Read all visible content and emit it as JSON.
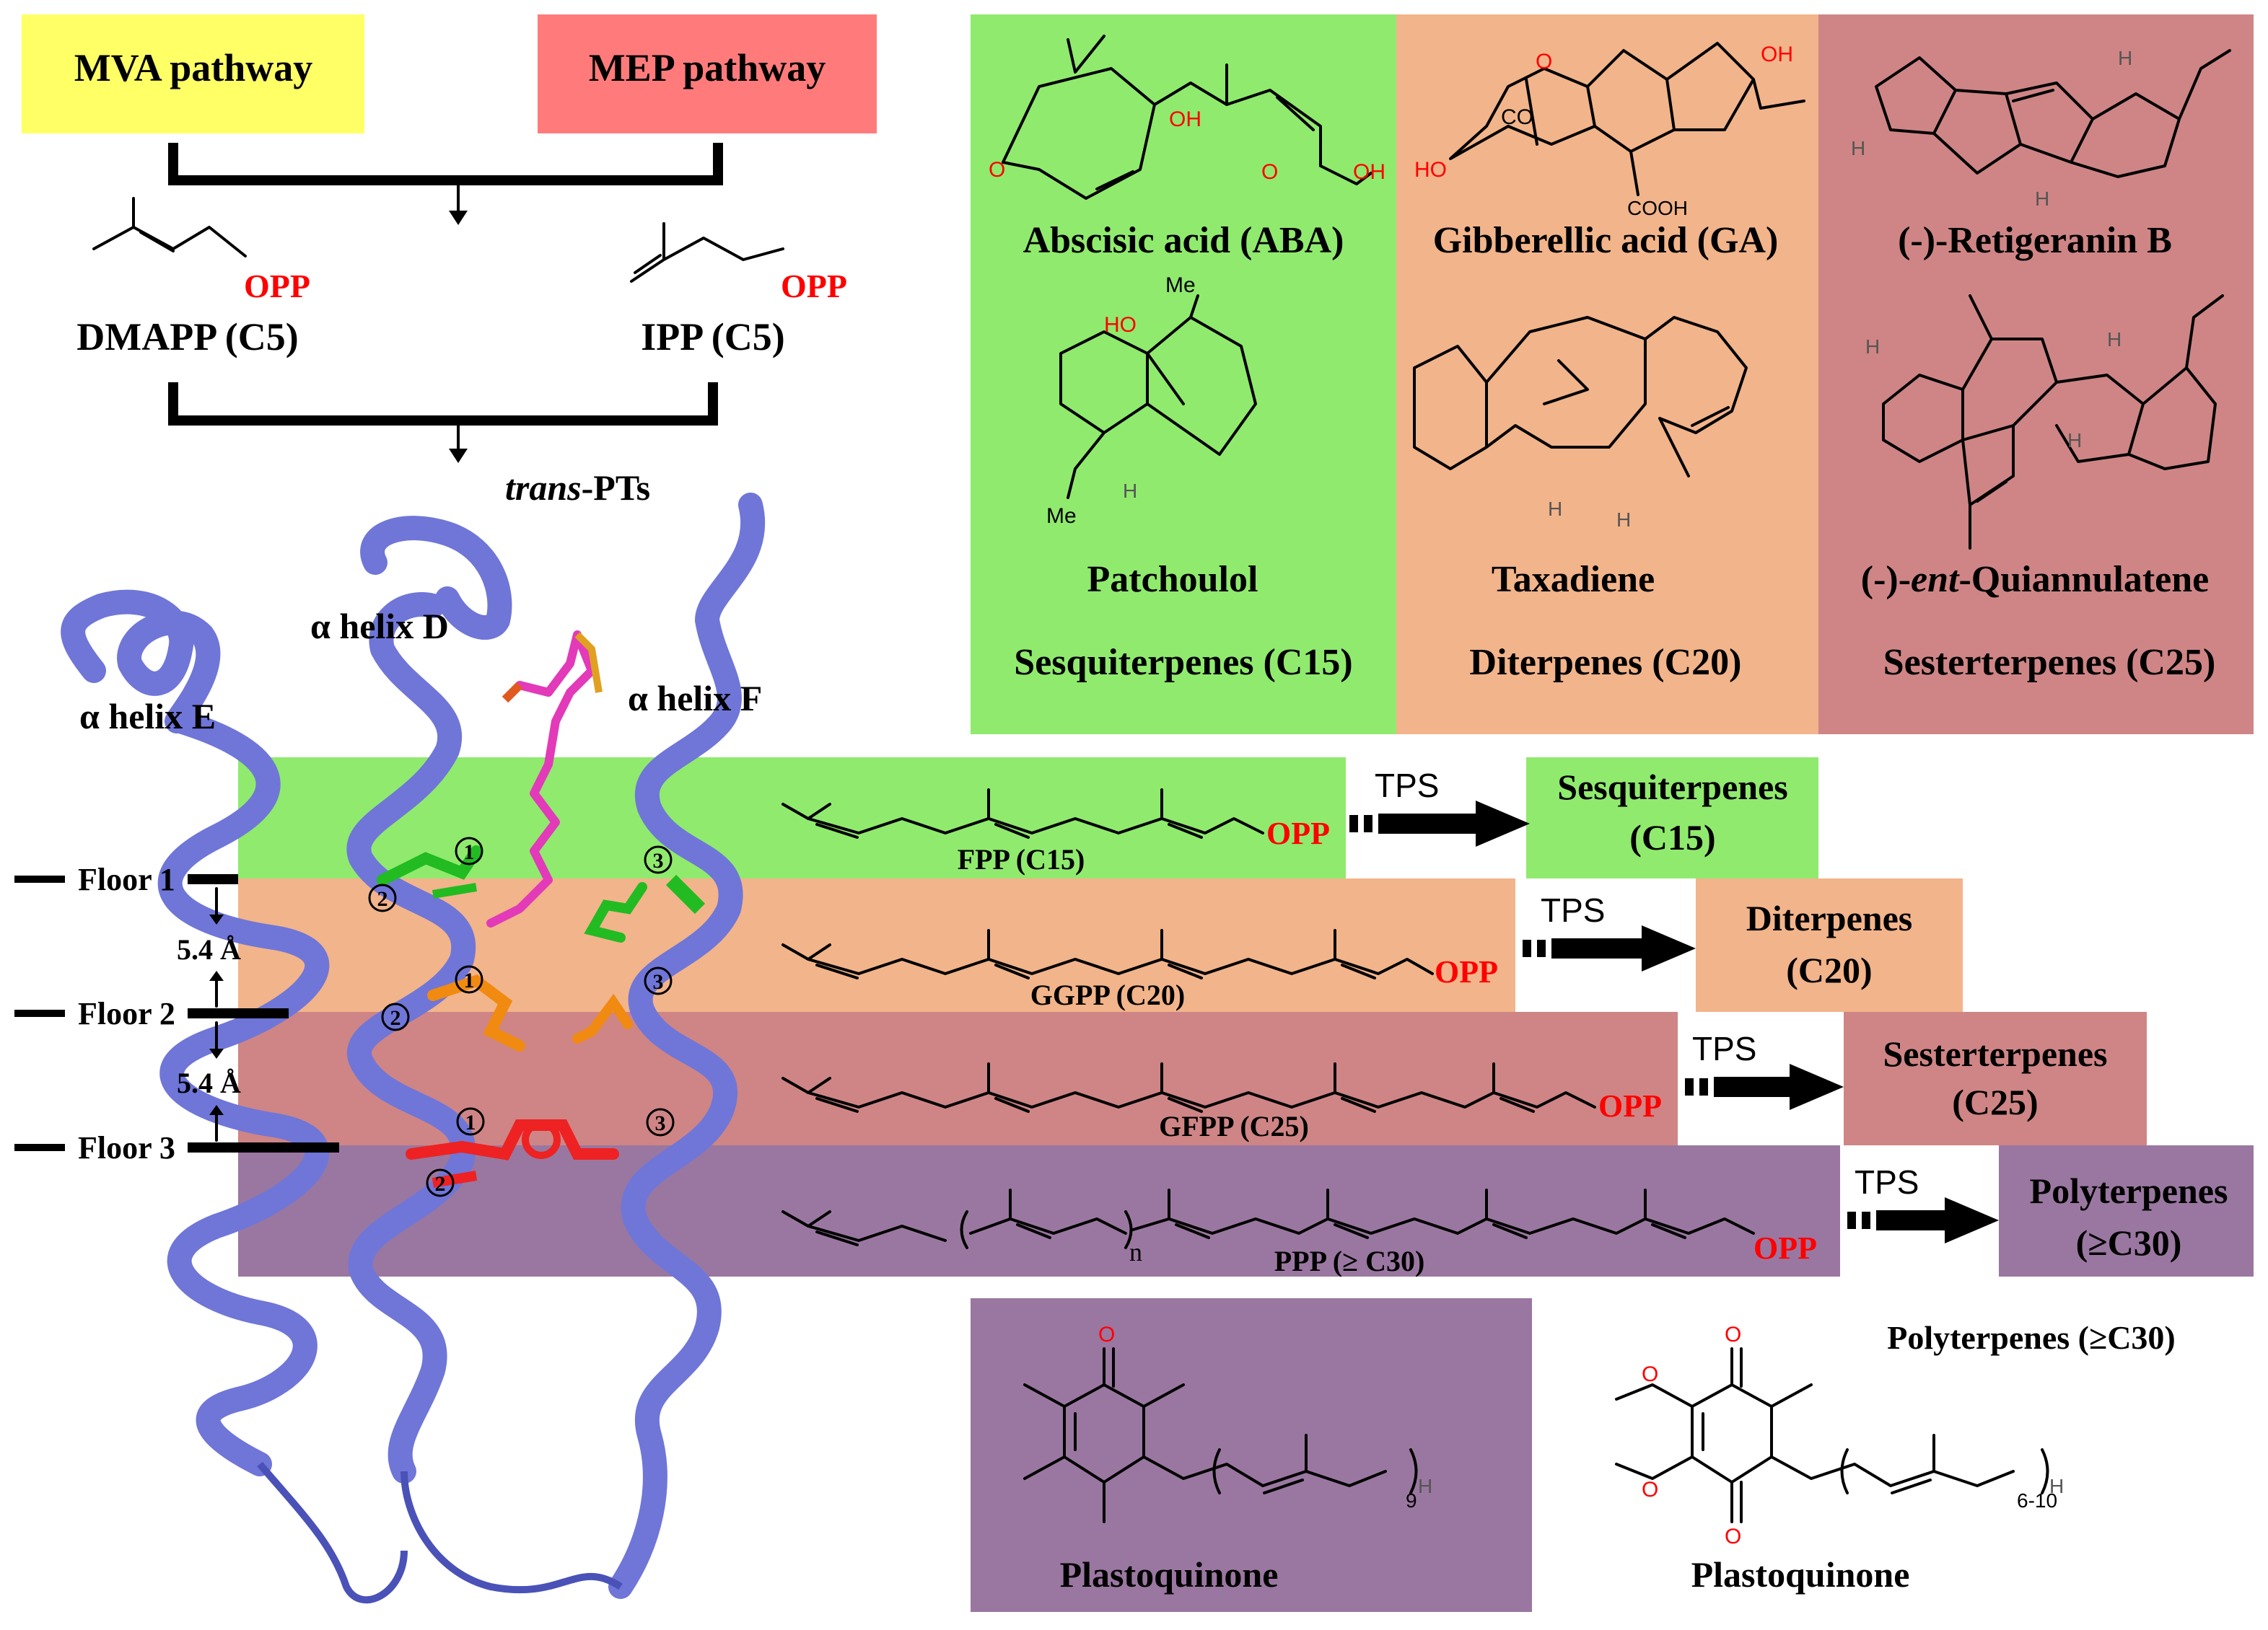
{
  "pathways": {
    "mva": "MVA pathway",
    "mep": "MEP pathway"
  },
  "precursors": {
    "dmapp": "DMAPP (C5)",
    "ipp": "IPP (C5)",
    "opp": "OPP"
  },
  "enzyme": {
    "italic_prefix": "trans",
    "suffix": "-PTs"
  },
  "helices": {
    "d": "α helix D",
    "e": "α helix E",
    "f": "α helix F"
  },
  "floors": {
    "floor1": "Floor 1",
    "floor2": "Floor 2",
    "floor3": "Floor 3",
    "dist1": "5.4 Å",
    "dist2": "5.4 Å",
    "residue_numbers": [
      "1",
      "2",
      "3"
    ]
  },
  "products": {
    "row1": {
      "aba": "Abscisic acid (ABA)",
      "ga": "Gibberellic acid (GA)",
      "retigeranin": "(-)-Retigeranin B"
    },
    "row2": {
      "patchoulol": "Patchoulol",
      "taxadiene": "Taxadiene",
      "quiannulatene_prefix": "(-)-",
      "quiannulatene_italic": "ent",
      "quiannulatene_suffix": "-Quiannulatene"
    },
    "classes": {
      "sesqui": "Sesquiterpenes (C15)",
      "di": "Diterpenes (C20)",
      "sester": "Sesterterpenes (C25)"
    },
    "atom_labels": {
      "oh": "OH",
      "o": "O",
      "cooh": "COOH",
      "co": "CO",
      "ho": "HO",
      "me": "Me",
      "h": "H"
    }
  },
  "chains": [
    {
      "label": "FPP (C15)",
      "tps": "TPS",
      "product_line1": "Sesquiterpenes",
      "product_line2": "(C15)"
    },
    {
      "label": "GGPP (C20)",
      "tps": "TPS",
      "product_line1": "Diterpenes",
      "product_line2": "(C20)"
    },
    {
      "label": "GFPP (C25)",
      "tps": "TPS",
      "product_line1": "Sesterterpenes",
      "product_line2": "(C25)"
    },
    {
      "label": "PPP (≥ C30)",
      "tps": "TPS",
      "product_line1": "Polyterpenes",
      "product_line2": "(≥C30)",
      "repeat": "n"
    }
  ],
  "polyterpenes": {
    "title": "Polyterpenes (≥C30)",
    "left_name": "Plastoquinone",
    "right_name": "Plastoquinone",
    "left_repeat": "9",
    "right_repeat": "6-10",
    "h": "H",
    "o": "O"
  },
  "colors": {
    "mva_yellow": "#ffff66",
    "mep_red": "#ff7b7b",
    "green": "#90ea6e",
    "orange": "#f2b48a",
    "rose": "#cf8585",
    "purple": "#9a77a0",
    "helix_blue": "#6f76d8",
    "opp_red": "#ff0000"
  }
}
